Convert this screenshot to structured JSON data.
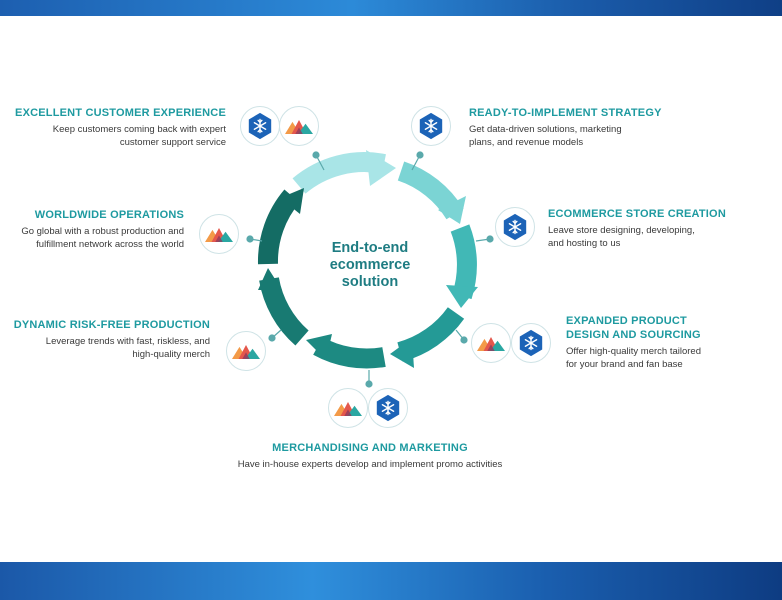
{
  "center": {
    "line1": "End-to-end",
    "line2": "ecommerce",
    "line3": "solution"
  },
  "items": {
    "excellent": {
      "title": "EXCELLENT CUSTOMER EXPERIENCE",
      "desc1": "Keep customers coming back with expert",
      "desc2": "customer support service",
      "icons": [
        "snowflake-hexagon-icon",
        "mountain-logo-icon"
      ]
    },
    "ready": {
      "title": "READY-TO-IMPLEMENT STRATEGY",
      "desc1": "Get data-driven solutions, marketing",
      "desc2": "plans, and revenue models",
      "icons": [
        "snowflake-hexagon-icon"
      ]
    },
    "worldwide": {
      "title": "WORLDWIDE OPERATIONS",
      "desc1": "Go global with a robust production and",
      "desc2": "fulfillment network across the world",
      "icons": [
        "mountain-logo-icon"
      ]
    },
    "store": {
      "title": "ECOMMERCE STORE CREATION",
      "desc1": "Leave store designing, developing,",
      "desc2": "and hosting to us",
      "icons": [
        "snowflake-hexagon-icon"
      ]
    },
    "risk": {
      "title": "DYNAMIC RISK-FREE PRODUCTION",
      "desc1": "Leverage trends with fast, riskless, and",
      "desc2": "high-quality merch",
      "icons": [
        "mountain-logo-icon"
      ]
    },
    "expanded": {
      "title1": "EXPANDED PRODUCT",
      "title2": "DESIGN AND SOURCING",
      "desc1": "Offer high-quality merch tailored",
      "desc2": "for your brand and fan base",
      "icons": [
        "mountain-logo-icon",
        "snowflake-hexagon-icon"
      ]
    },
    "merch": {
      "title": "MERCHANDISING AND MARKETING",
      "desc": "Have in-house experts develop and implement promo activities",
      "icons": [
        "mountain-logo-icon",
        "snowflake-hexagon-icon"
      ]
    }
  },
  "colors": {
    "title_teal": "#1e9aa0",
    "cycle_light": "#a6e4e6",
    "cycle_dark": "#157068",
    "hex_blue": "#1c63b7",
    "band_blue": "#2c8ad8"
  }
}
